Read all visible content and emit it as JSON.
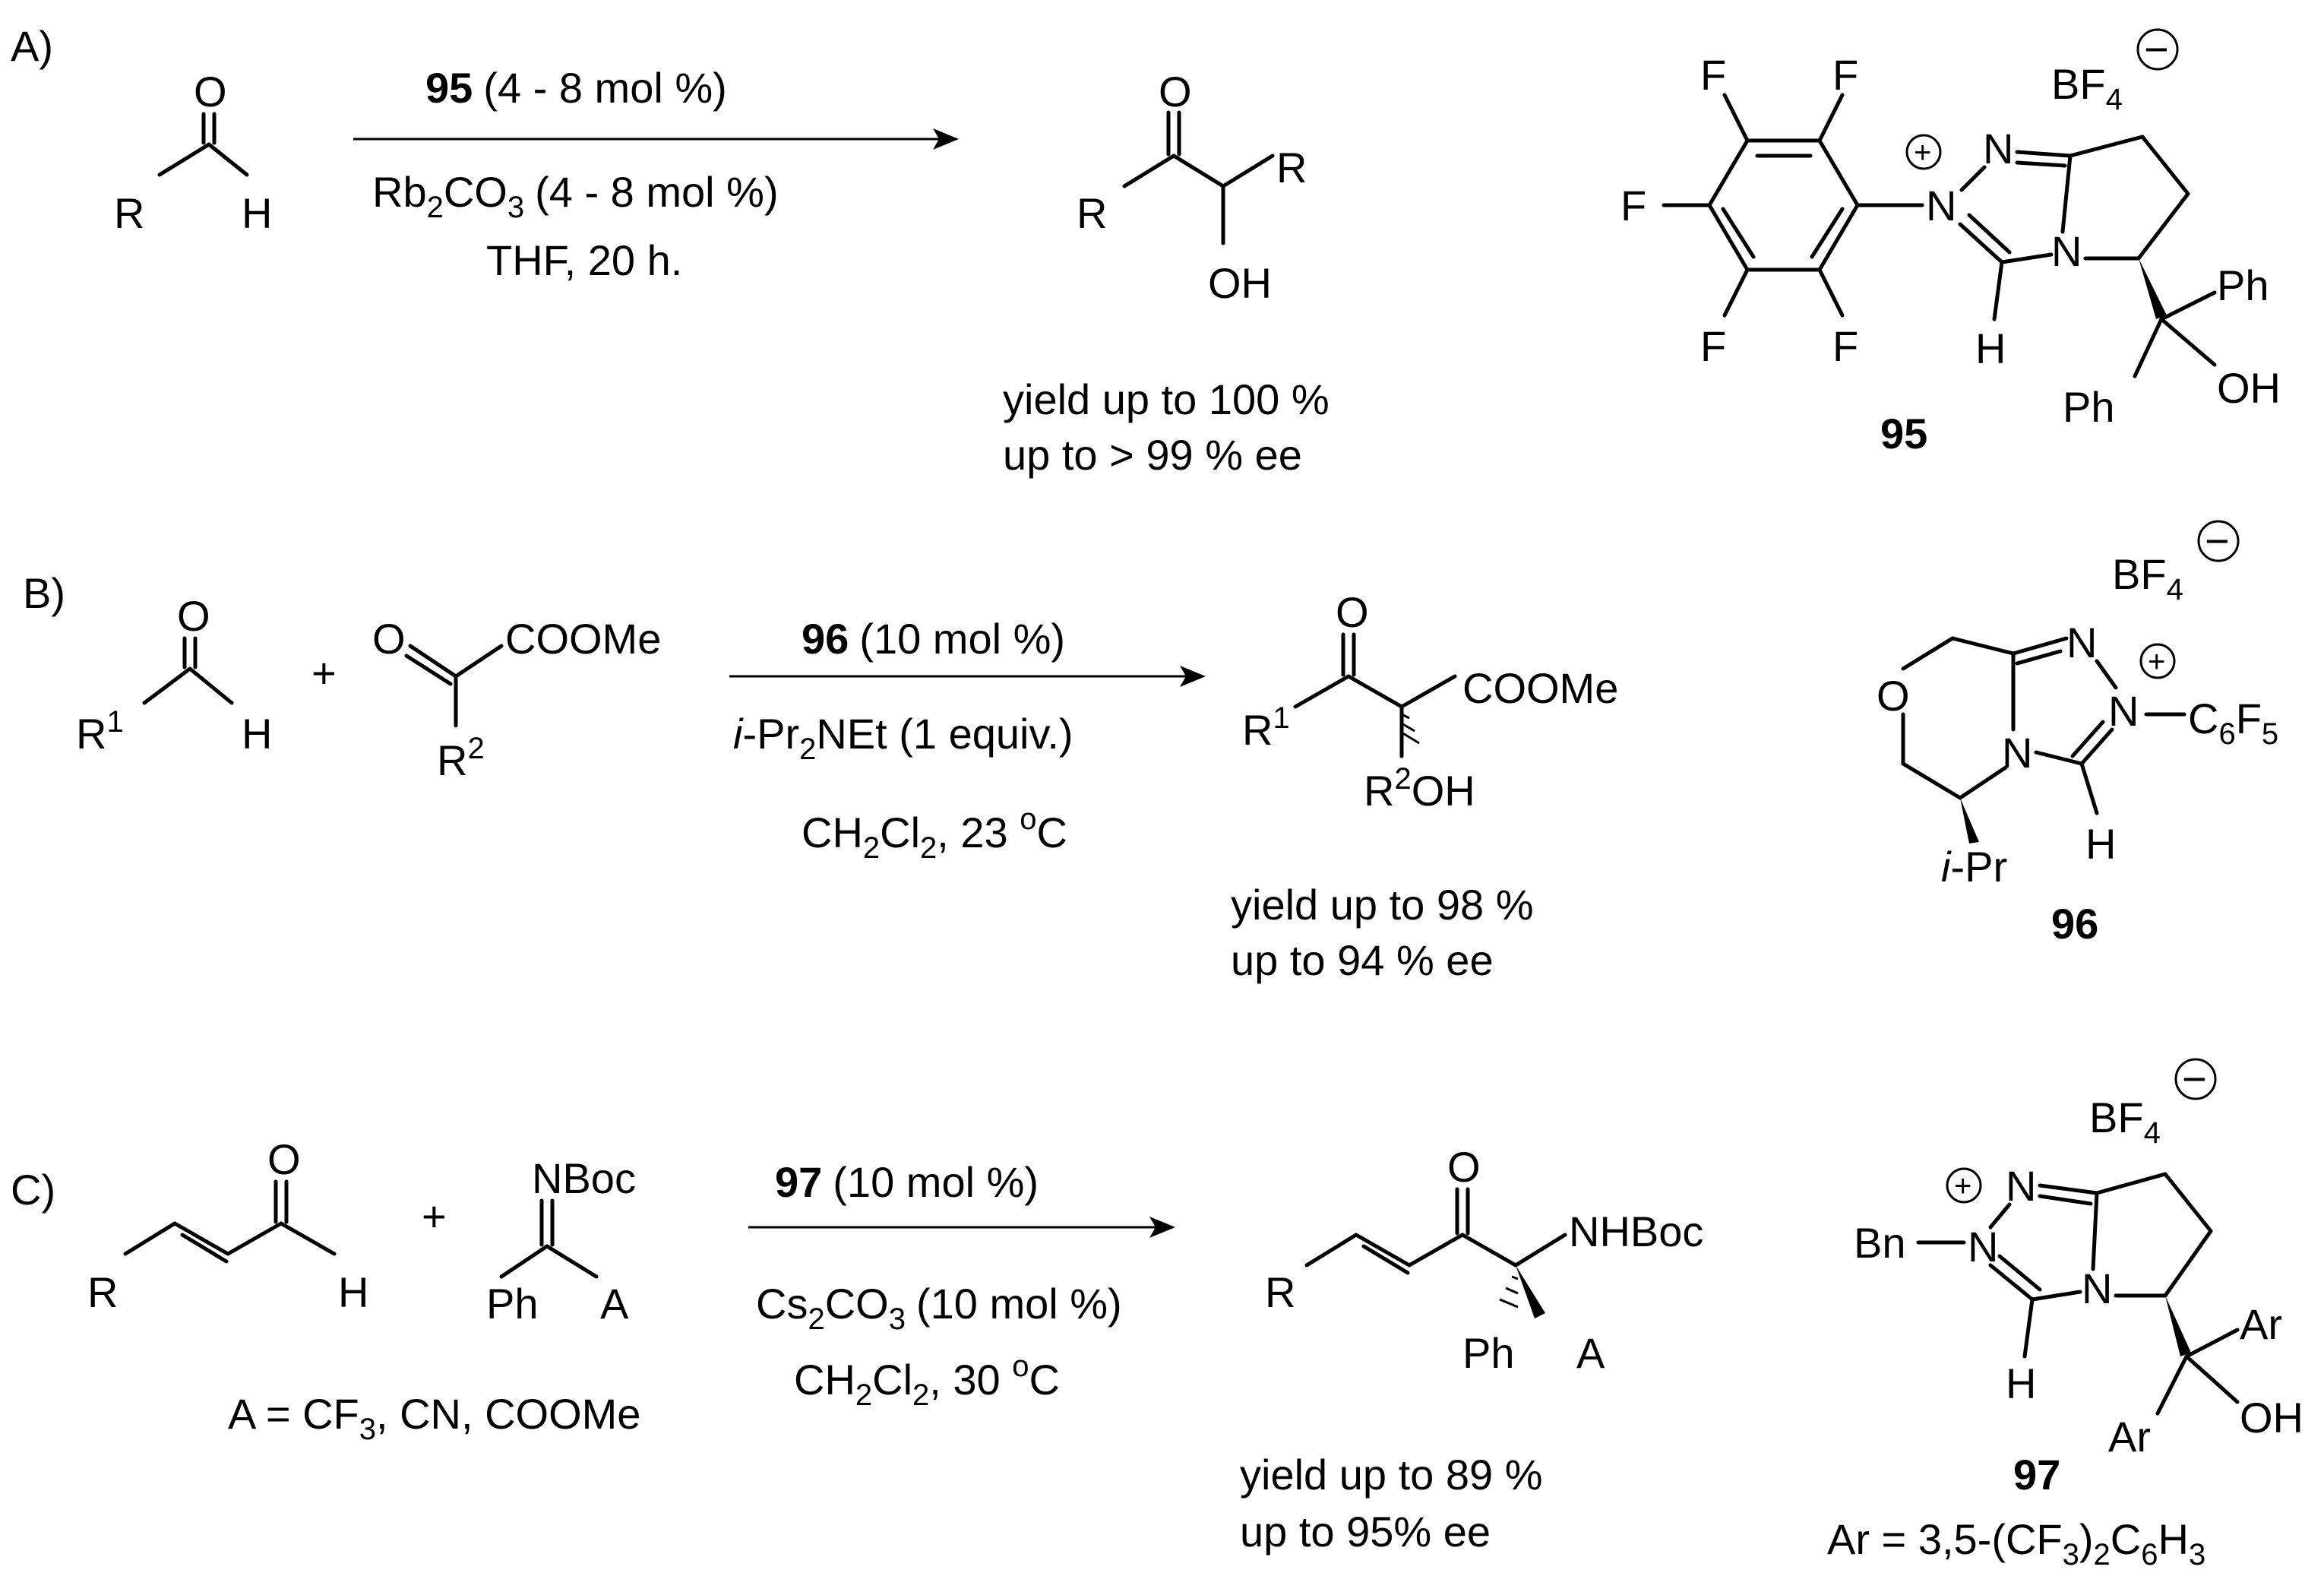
{
  "colors": {
    "ink": "#000000",
    "background": "#ffffff"
  },
  "panels": [
    {
      "label": "A)",
      "reagents": {
        "catalyst_id": "95",
        "catalyst_loading": "(4 - 8 mol %)",
        "base_main": "Rb",
        "base_sub1": "2",
        "base_mid": "CO",
        "base_sub2": "3",
        "base_tail": "(4 - 8 mol %)",
        "conditions": "THF, 20 h."
      },
      "results": {
        "yield": "yield up to 100 %",
        "ee": "up to > 99 % ee"
      },
      "atoms": {
        "O1": "O",
        "R1": "R",
        "H1": "H",
        "O2": "O",
        "R2": "R",
        "R3": "R",
        "OH": "OH"
      },
      "catalyst": {
        "counterion": "BF",
        "counterion_sub": "4",
        "anion_charge": "−",
        "cation_charge": "+",
        "F": "F",
        "N": "N",
        "H": "H",
        "Ph": "Ph",
        "OH": "OH",
        "label": "95"
      }
    },
    {
      "label": "B)",
      "plus": "+",
      "reagents": {
        "catalyst_id": "96",
        "catalyst_loading": "(10 mol %)",
        "base_italic": "i",
        "base_main": "-Pr",
        "base_sub": "2",
        "base_tail": "NEt (1 equiv.)",
        "solvent_main": "CH",
        "solvent_sub1": "2",
        "solvent_mid": "Cl",
        "solvent_sub2": "2",
        "solvent_tail": ", 23 ",
        "degree": "o",
        "unit": "C"
      },
      "results": {
        "yield": "yield up to 98 %",
        "ee": "up to 94 % ee"
      },
      "atoms": {
        "O1": "O",
        "R": "R",
        "R_sup1": "1",
        "H": "H",
        "O_keto": "O",
        "COOMe": "COOMe",
        "R_sup2": "2",
        "prod_O": "O",
        "prod_COOMe": "COOMe",
        "prod_OH": "OH"
      },
      "catalyst": {
        "counterion": "BF",
        "counterion_sub": "4",
        "anion_charge": "−",
        "cation_charge": "+",
        "O": "O",
        "N": "N",
        "H": "H",
        "C6F5": "C",
        "C6F5_sub1": "6",
        "F": "F",
        "C6F5_sub2": "5",
        "iPr_italic": "i",
        "iPr": "-Pr",
        "label": "96"
      }
    },
    {
      "label": "C)",
      "plus": "+",
      "reagents": {
        "catalyst_id": "97",
        "catalyst_loading": "(10 mol %)",
        "base_main": "Cs",
        "base_sub1": "2",
        "base_mid": "CO",
        "base_sub2": "3",
        "base_tail": "(10 mol %)",
        "solvent_main": "CH",
        "solvent_sub1": "2",
        "solvent_mid": "Cl",
        "solvent_sub2": "2",
        "solvent_tail": ", 30 ",
        "degree": "o",
        "unit": "C"
      },
      "definition": {
        "main": "A = CF",
        "sub": "3",
        "tail": ", CN, COOMe"
      },
      "results": {
        "yield": "yield up to 89 %",
        "ee": "up to 95% ee"
      },
      "atoms": {
        "R": "R",
        "O": "O",
        "H": "H",
        "NBoc": "NBoc",
        "Ph": "Ph",
        "A": "A",
        "prod_R": "R",
        "prod_O": "O",
        "NHBoc": "NHBoc",
        "prod_Ph": "Ph",
        "prod_A": "A"
      },
      "catalyst": {
        "counterion": "BF",
        "counterion_sub": "4",
        "anion_charge": "−",
        "cation_charge": "+",
        "Bn": "Bn",
        "N": "N",
        "H": "H",
        "Ar": "Ar",
        "OH": "OH",
        "label": "97",
        "ar_def_main": "Ar = 3,5-(CF",
        "ar_def_sub1": "3",
        "ar_def_mid": ")",
        "ar_def_sub2": "2",
        "ar_def_mid2": "C",
        "ar_def_sub3": "6",
        "ar_def_mid3": "H",
        "ar_def_sub4": "3"
      }
    }
  ]
}
